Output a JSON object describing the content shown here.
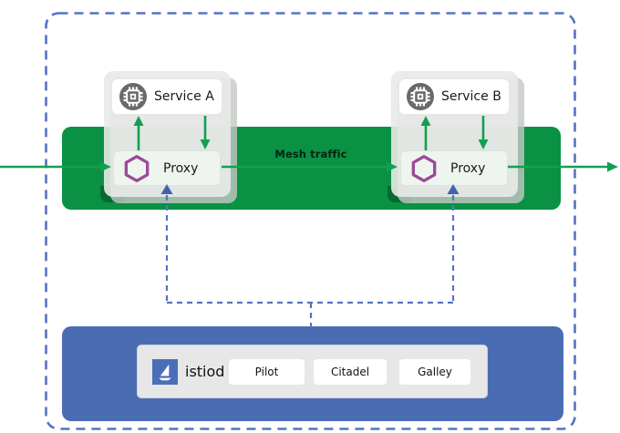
{
  "diagram": {
    "mesh_label": "Mesh traffic",
    "services": [
      {
        "name": "Service A",
        "proxy": "Proxy"
      },
      {
        "name": "Service B",
        "proxy": "Proxy"
      }
    ],
    "control_plane": {
      "name": "istiod",
      "components": [
        "Pilot",
        "Citadel",
        "Galley"
      ]
    },
    "colors": {
      "mesh_band_green": "#0a9144",
      "traffic_arrow_green": "#12a050",
      "control_plane_blue": "#4a6cb3",
      "istio_logo_blue": "#4a6fb8",
      "dashed_boundary_blue": "#5473c3",
      "config_arrow_blue": "#4262ae",
      "proxy_hexagon_purple": "#9b4a9b",
      "service_icon_gray": "#6a6a6a",
      "pod_card_gray": "#e8eae8"
    }
  }
}
